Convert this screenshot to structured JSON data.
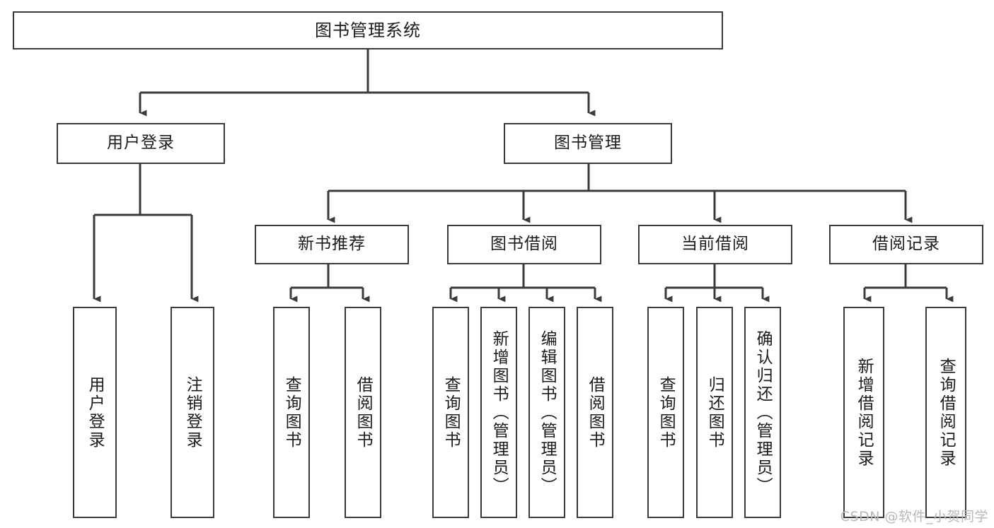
{
  "diagram": {
    "title": "图书管理系统",
    "type": "tree-hierarchy-chart",
    "root": {
      "label": "图书管理系统"
    },
    "level2": [
      {
        "label": "用户登录"
      },
      {
        "label": "图书管理"
      }
    ],
    "level3": [
      {
        "label": "新书推荐"
      },
      {
        "label": "图书借阅"
      },
      {
        "label": "当前借阅"
      },
      {
        "label": "借阅记录"
      }
    ],
    "leaves": {
      "user_login": [
        {
          "label": "用户登录"
        },
        {
          "label": "注销登录"
        }
      ],
      "new_book_recommend": [
        {
          "label": "查询图书"
        },
        {
          "label": "借阅图书"
        }
      ],
      "book_borrow": [
        {
          "label": "查询图书"
        },
        {
          "label": "新增图书（管理员）"
        },
        {
          "label": "编辑图书（管理员）"
        },
        {
          "label": "借阅图书"
        }
      ],
      "current_borrow": [
        {
          "label": "查询图书"
        },
        {
          "label": "归还图书"
        },
        {
          "label": "确认归还（管理员）"
        }
      ],
      "borrow_record": [
        {
          "label": "新增借阅记录"
        },
        {
          "label": "查询借阅记录"
        }
      ]
    }
  },
  "watermark": {
    "text": "CSDN @软件_小贺同学"
  },
  "colors": {
    "stroke": "#3b3b3b",
    "background": "#ffffff",
    "text": "#1b1b1b",
    "watermark": "#b9b9b9"
  }
}
